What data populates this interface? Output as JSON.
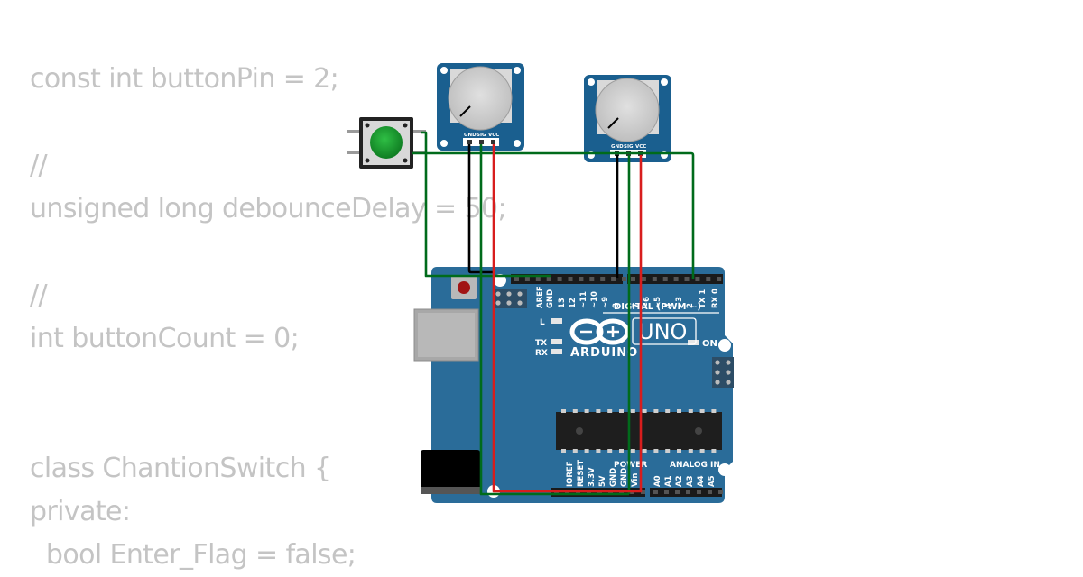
{
  "code_lines": [
    "const int buttonPin = 2;",
    "",
    "//",
    "unsigned long debounceDelay = 50;",
    "",
    "//",
    "int buttonCount = 0;",
    "",
    "",
    "class ChantionSwitch {",
    "private:",
    "  bool Enter_Flag = false;"
  ],
  "board": {
    "brand": "ARDUINO",
    "model": "UNO",
    "digital_header_label": "DIGITAL (PWM ~)",
    "power_label": "POWER",
    "analog_label": "ANALOG IN",
    "on_led_label": "ON",
    "led_l_label": "L",
    "tx_label": "TX",
    "rx_label": "RX",
    "digital_pins": [
      "AREF",
      "GND",
      "13",
      "12",
      "~11",
      "~10",
      "~9",
      "8",
      "7",
      "~6",
      "~5",
      "4",
      "~3",
      "2",
      "TX 1",
      "RX 0"
    ],
    "power_pins": [
      "IOREF",
      "RESET",
      "3.3V",
      "5V",
      "GND",
      "GND",
      "Vin"
    ],
    "analog_pins": [
      "A0",
      "A1",
      "A2",
      "A3",
      "A4",
      "A5"
    ]
  },
  "potentiometer_pins": [
    "GND",
    "SIG",
    "VCC"
  ],
  "colors": {
    "code_text": "#c4c4c4",
    "board": "#2a6c99",
    "module": "#1a5f8f",
    "wire_ground": "#000000",
    "wire_signal": "#006b1b",
    "wire_power": "#d81d1d",
    "button_cap": "#1a9c2e"
  }
}
